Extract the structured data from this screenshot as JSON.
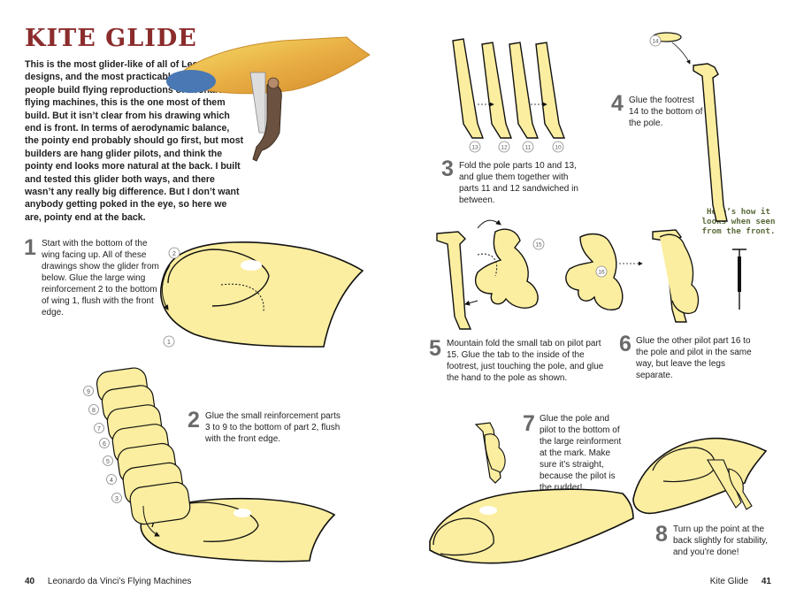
{
  "page": {
    "title": "KITE GLIDE",
    "intro": "This is the most glider-like of all of Leonardo’s designs, and the most practicable. So when people build flying reproductions of Leonardo flying machines, this is the one most of them build. But it isn’t clear from his drawing which end is front. In terms of aerodynamic balance, the pointy end probably should go first, but most builders are hang glider pilots, and think the pointy end looks more natural at the back. I built and tested this glider both ways, and there wasn’t any really big difference. But I don’t want anybody getting poked in the eye, so here we are, pointy end at the back."
  },
  "steps": [
    {
      "num": "1",
      "text": "Start with the bottom of the wing facing up. All of these drawings show the glider from below. Glue the large wing reinforcement 2 to the bottom of wing 1, flush with the front edge."
    },
    {
      "num": "2",
      "text": "Glue the small reinforcement parts 3 to 9 to the bottom of part 2, flush with the front edge."
    },
    {
      "num": "3",
      "text": "Fold the pole parts 10 and 13, and glue them together with parts 11 and 12 sandwiched in between."
    },
    {
      "num": "4",
      "text": "Glue the footrest 14 to the bottom of the pole."
    },
    {
      "num": "5",
      "text": "Mountain fold the small tab on pilot part 15. Glue the tab to the inside of the footrest, just touching the pole, and glue the hand to the pole as shown."
    },
    {
      "num": "6",
      "text": "Glue the other pilot part 16 to the pole and pilot in the same way, but leave the legs separate."
    },
    {
      "num": "7",
      "text": "Glue the pole and pilot to the bottom of the large reinforment at the mark. Make sure it’s straight, because the pilot is the rudder!"
    },
    {
      "num": "8",
      "text": "Turn up the point at the back slightly for stability, and you’re done!"
    }
  ],
  "note": "Here’s how it looks when seen from the front.",
  "part_labels": {
    "p1": "1",
    "p2": "2",
    "p3": "3",
    "p4": "4",
    "p5": "5",
    "p6": "6",
    "p7": "7",
    "p8": "8",
    "p9": "9",
    "p10": "10",
    "p11": "11",
    "p12": "12",
    "p13": "13",
    "p14": "14",
    "p15": "15",
    "p16": "16"
  },
  "footer": {
    "left_page": "40",
    "left_title": "Leonardo da Vinci’s Flying Machines",
    "right_title": "Kite Glide",
    "right_page": "41"
  },
  "colors": {
    "title": "#8b2c2c",
    "paper_yellow": "#fbeea0",
    "outline": "#111111",
    "note_text": "#5a6a3a"
  }
}
